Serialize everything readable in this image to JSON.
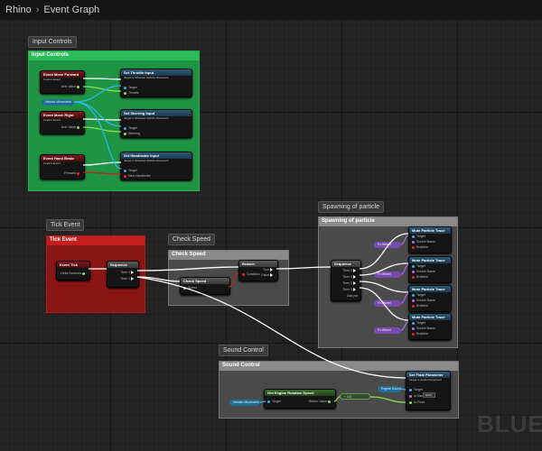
{
  "breadcrumb": {
    "root": "Rhino",
    "separator": "›",
    "current": "Event Graph"
  },
  "watermark": "BLUEP",
  "colors": {
    "input_controls": "#22a14a",
    "tick_event": "#b51a1a",
    "check_speed": "#8a8a8a",
    "spawning": "#8a8a8a",
    "sound_control": "#8a8a8a",
    "exec_wire": "#ffffff",
    "float_wire": "#8be04a",
    "object_wire": "#2bb8e8"
  },
  "comments": {
    "input_controls": {
      "tag": "Input Controls",
      "title": "Input Controls"
    },
    "tick_event": {
      "tag": "Tick Event",
      "title": "Tick Event"
    },
    "check_speed": {
      "tag": "Check Speed",
      "title": "Check Speed"
    },
    "spawning": {
      "tag": "Spawning of particle",
      "title": "Spawning of particle"
    },
    "sound_control": {
      "tag": "Sound Control",
      "title": "Sound Control"
    }
  },
  "nodes": {
    "move_forward": {
      "title": "Event Move Forward",
      "sub": "Custom Event",
      "pin": "Axis Value"
    },
    "move_right": {
      "title": "Event Move Right",
      "sub": "Custom Event",
      "pin": "Axis Value"
    },
    "hand_brake": {
      "title": "Event Hand Brake",
      "sub": "Custom Event",
      "pin": "Pressed"
    },
    "vehicle_movement": {
      "label": "Vehicle Movement"
    },
    "set_throttle": {
      "title": "Set Throttle Input",
      "sub": "Target is Wheeled Vehicle Movement",
      "target": "Target",
      "value": "Throttle"
    },
    "set_steering": {
      "title": "Set Steering Input",
      "sub": "Target is Wheeled Vehicle Movement",
      "target": "Target",
      "value": "Steering"
    },
    "set_handbrake": {
      "title": "Set Handbrake Input",
      "sub": "Target is Wheeled Vehicle Movement",
      "target": "Target",
      "value": "New Handbrake"
    },
    "event_tick": {
      "title": "Event Tick",
      "pin": "Delta Seconds"
    },
    "sequence": {
      "title": "Sequence",
      "then0": "Then 0",
      "then1": "Then 1"
    },
    "check_speed": {
      "title": "Check Speed",
      "pin": "Speed"
    },
    "branch": {
      "title": "Branch",
      "cond": "Condition",
      "true": "True",
      "false": "False"
    },
    "sequence2": {
      "title": "Sequence",
      "then0": "Then 0",
      "then1": "Then 1",
      "then2": "Then 2",
      "then3": "Then 3",
      "add": "Add pin"
    },
    "fx_p1": {
      "label": "Fx Wheel"
    },
    "fx_p2": {
      "label": "Fx Wheel"
    },
    "fx_p3": {
      "label": "Fx Wheel"
    },
    "fx_p4": {
      "label": "Fx Wheel"
    },
    "mute1": {
      "title": "Mute Particle Trace",
      "target": "Target",
      "socket": "Socket Name",
      "enabled": "Enabled"
    },
    "mute2": {
      "title": "Mute Particle Trace",
      "target": "Target",
      "socket": "Socket Name",
      "enabled": "Enabled"
    },
    "mute3": {
      "title": "Mute Particle Trace",
      "target": "Target",
      "socket": "Socket Name",
      "enabled": "Enabled"
    },
    "mute4": {
      "title": "Mute Particle Trace",
      "target": "Target",
      "socket": "Socket Name",
      "enabled": "Enabled"
    },
    "engine_audio": {
      "label": "Engine Sound"
    },
    "vehicle_movement2": {
      "label": "Vehicle Movement"
    },
    "get_engine_speed": {
      "title": "Get Engine Rotation Speed",
      "sub": "Target is Wheeled Vehicle Movement",
      "target": "Target",
      "ret": "Return Value"
    },
    "divide": {
      "label": "÷ 3.0"
    },
    "set_float": {
      "title": "Set Float Parameter",
      "sub": "Target is Audio Component",
      "target": "Target",
      "name": "In Name",
      "value": "In Float"
    },
    "name_pill": {
      "label": "RPM"
    }
  }
}
